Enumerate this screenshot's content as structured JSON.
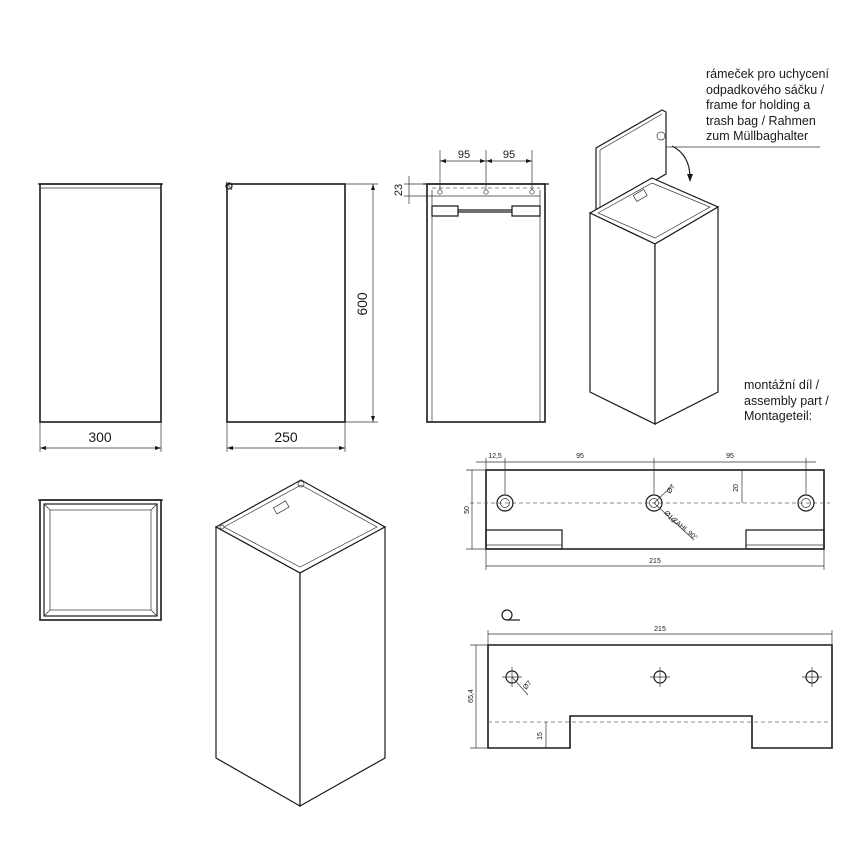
{
  "labels": {
    "frame_label": [
      "rámeček pro uchycení",
      "odpadkového sáčku /",
      "frame for holding a",
      "trash bag / Rahmen",
      "zum Müllbaghalter"
    ],
    "assembly_label": [
      "montážní díl /",
      "assembly part /",
      "Montageteil:"
    ]
  },
  "dimensions": {
    "front_width": "300",
    "side_depth": "250",
    "height": "600",
    "top_offset": "23",
    "hole_spacing_left": "95",
    "hole_spacing_right": "95",
    "plate_edge": "12,5",
    "plate_spacing_left": "95",
    "plate_spacing_right": "95",
    "plate_hole_diameter": "Ø7",
    "plate_countersink": "Ø10",
    "plate_countersink_angle": "ZAHL 90°",
    "plate_height": "50",
    "plate_hole_offset": "20",
    "plate_width": "215",
    "bent_width": "215",
    "bent_height": "65,4",
    "bent_hole": "Ø7",
    "bent_tab": "15"
  }
}
